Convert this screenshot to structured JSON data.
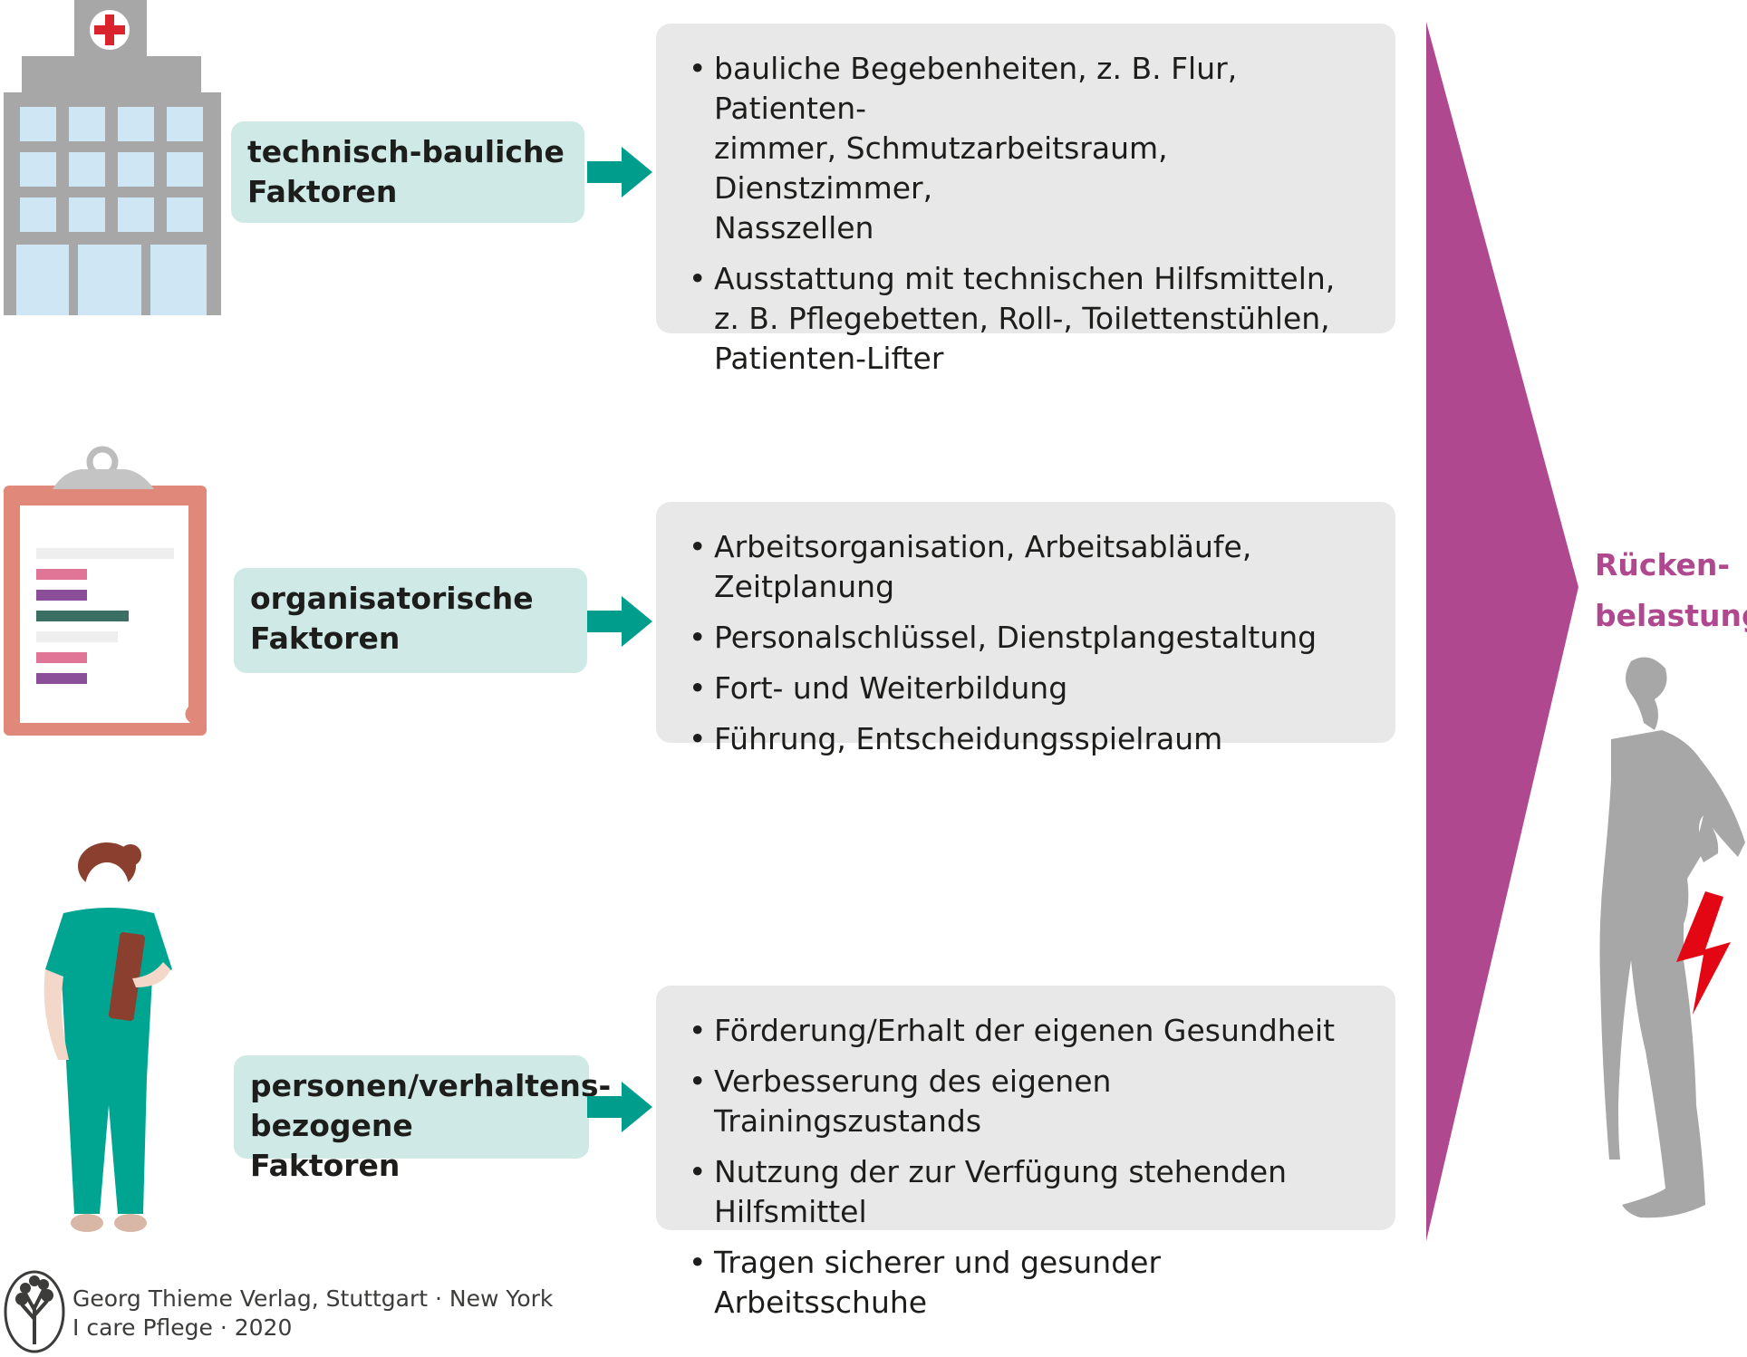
{
  "factors": [
    {
      "label_lines": [
        "technisch-bauliche",
        "Faktoren"
      ],
      "items": [
        [
          "bauliche Begebenheiten, z. B. Flur, Patienten-",
          "zimmer, Schmutzarbeitsraum, Dienstzimmer,",
          "Nasszellen"
        ],
        [
          "Ausstattung mit technischen Hilfsmitteln,",
          "z. B. Pflegebetten, Roll-, Toilettenstühlen,",
          "Patienten-Lifter"
        ]
      ]
    },
    {
      "label_lines": [
        "organisatorische",
        "Faktoren"
      ],
      "items": [
        [
          "Arbeitsorganisation, Arbeitsabläufe, Zeitplanung"
        ],
        [
          "Personalschlüssel, Dienstplangestaltung"
        ],
        [
          "Fort- und Weiterbildung"
        ],
        [
          "Führung, Entscheidungsspielraum"
        ]
      ]
    },
    {
      "label_lines": [
        "personen/verhaltens-",
        "bezogene Faktoren"
      ],
      "items": [
        [
          "Förderung/Erhalt der eigenen Gesundheit"
        ],
        [
          "Verbesserung des eigenen Trainingszustands"
        ],
        [
          "Nutzung der zur Verfügung stehenden Hilfsmittel"
        ],
        [
          "Tragen sicherer und gesunder Arbeitsschuhe"
        ]
      ]
    }
  ],
  "result": {
    "lines": [
      "Rücken-",
      "belastung"
    ]
  },
  "footer": {
    "lines": [
      "Georg Thieme Verlag, Stuttgart · New York",
      "I care Pflege · 2020"
    ]
  },
  "icons": [
    "hospital-building-icon",
    "clipboard-icon",
    "nurse-figure-icon",
    "back-pain-figure-icon",
    "lightning-bolt-icon",
    "thieme-tree-logo-icon"
  ],
  "colors": {
    "label_bg": "#cfeae6",
    "info_bg": "#e8e8e8",
    "arrow": "#009d8c",
    "big_arrow": "#b0488f",
    "result_text": "#b0488f",
    "bolt": "#e30613"
  }
}
